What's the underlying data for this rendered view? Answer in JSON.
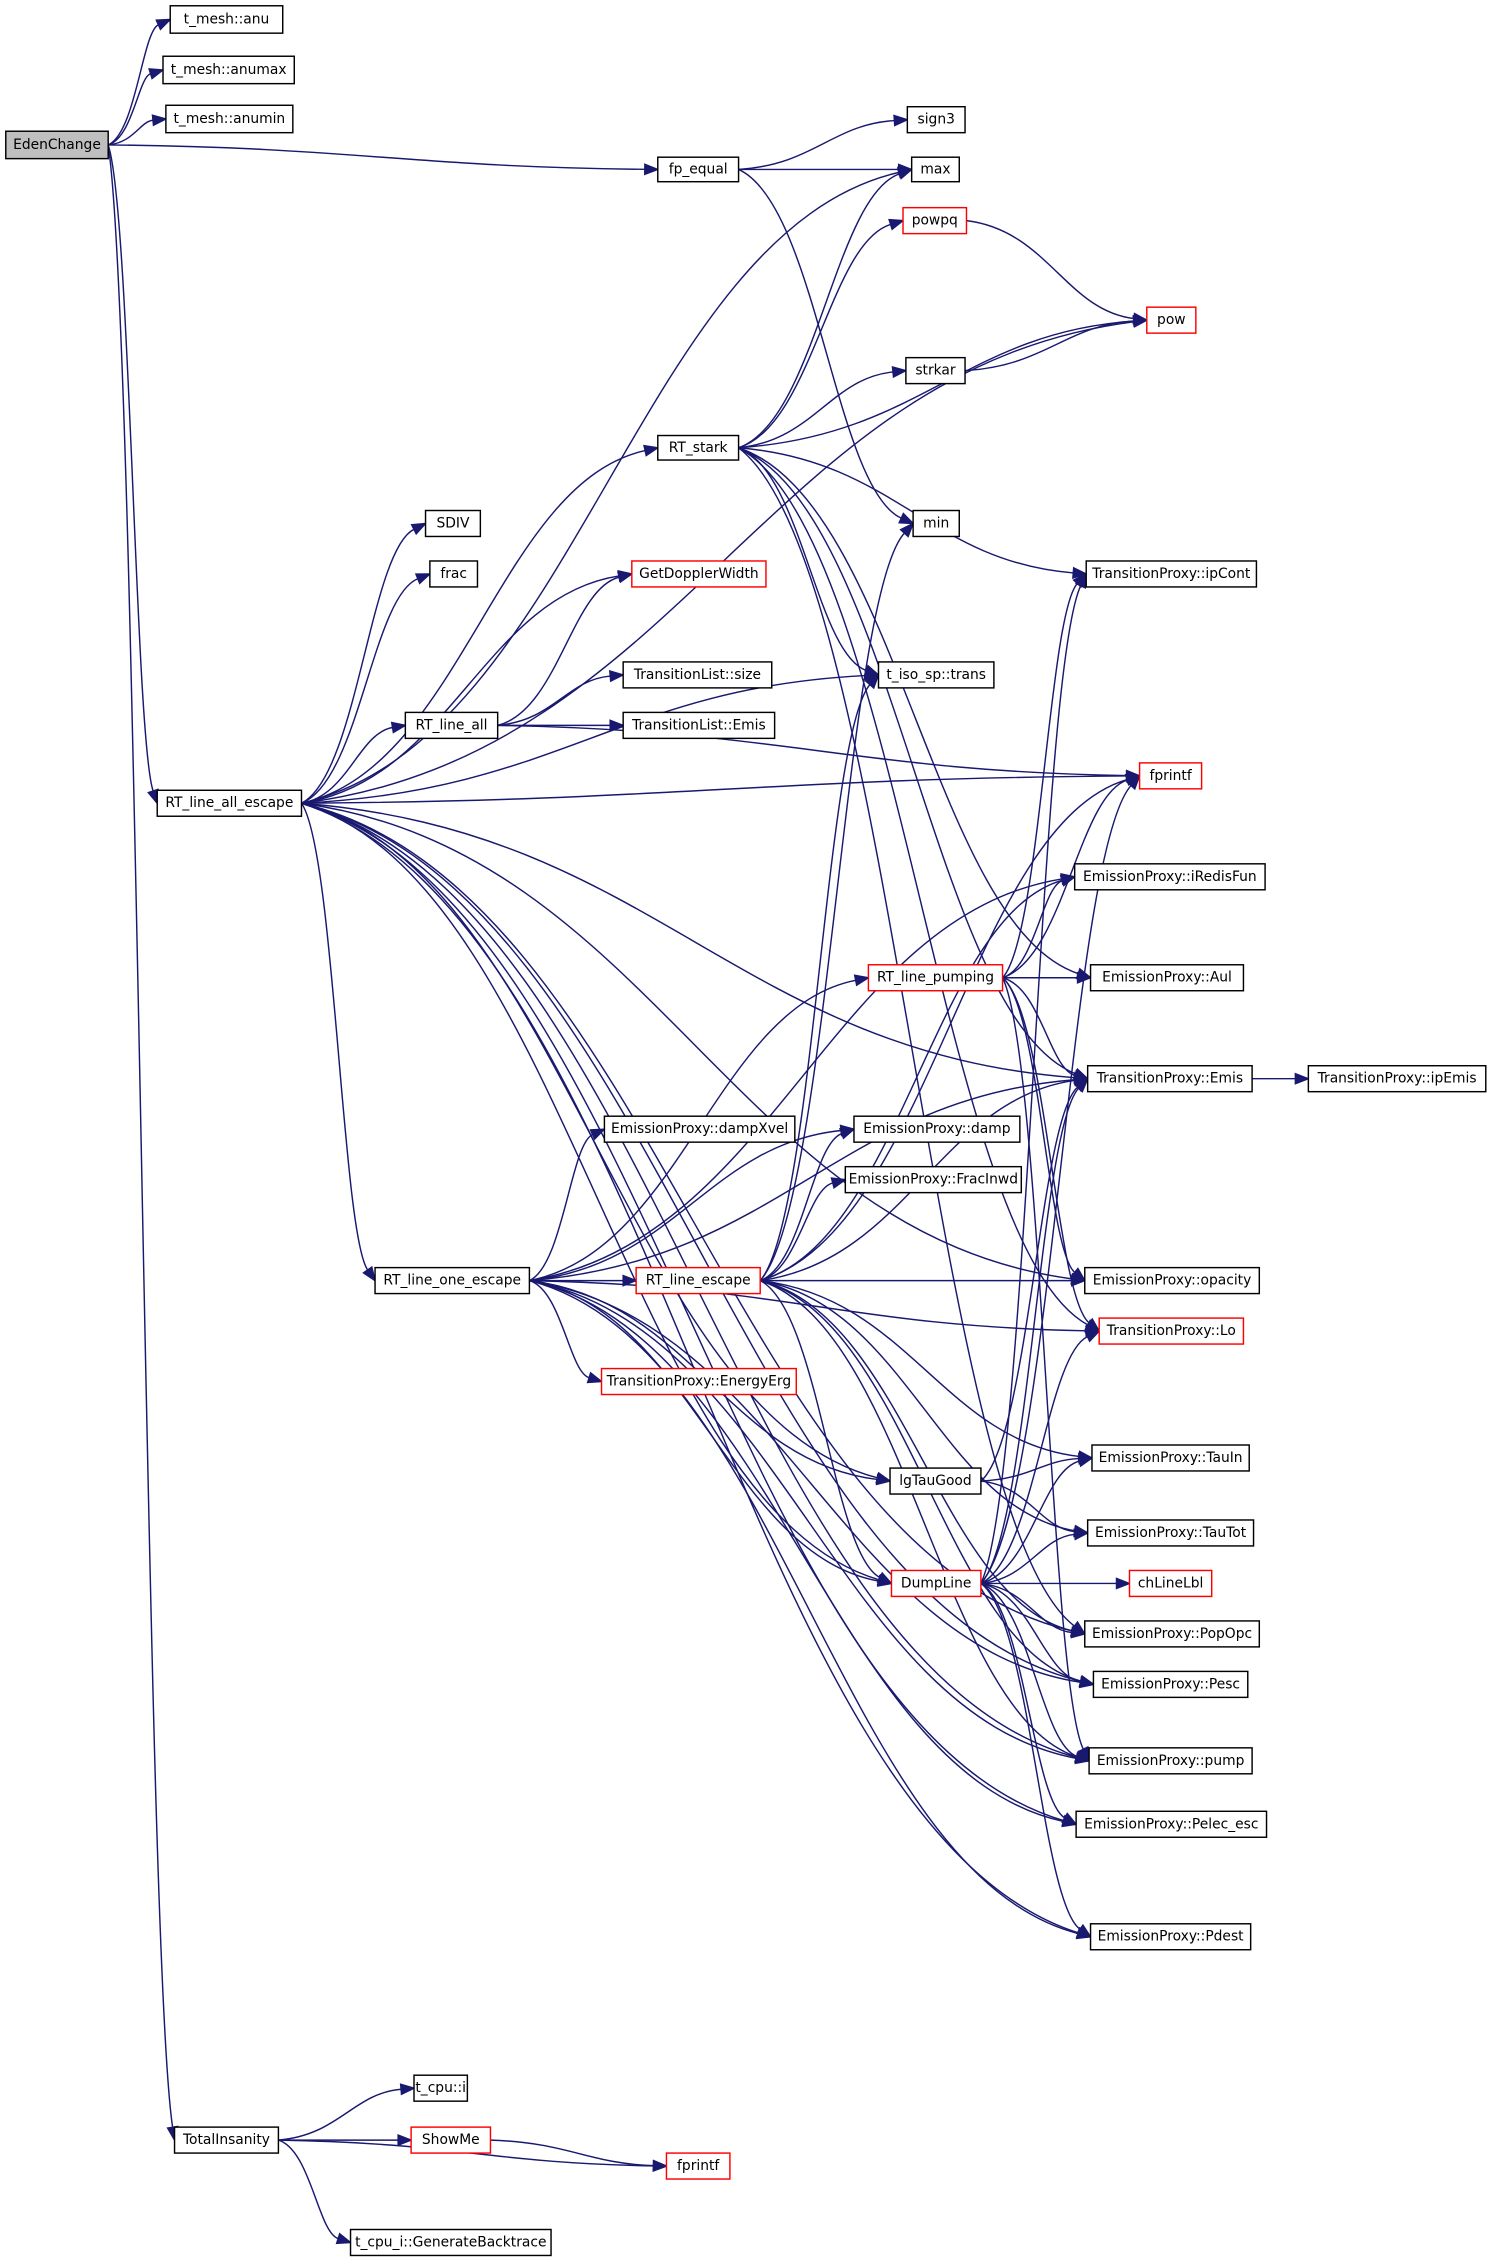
{
  "graph": {
    "title": "EdenChange call graph",
    "colors": {
      "edge": "#191970",
      "root_fill": "#bfbfbf",
      "truncated_border": "#ff0000",
      "node_border": "#000000"
    },
    "nodes": [
      {
        "id": "EdenChange",
        "label": "EdenChange",
        "kind": "root"
      },
      {
        "id": "anu",
        "label": "t_mesh::anu",
        "kind": "normal"
      },
      {
        "id": "anumax",
        "label": "t_mesh::anumax",
        "kind": "normal"
      },
      {
        "id": "anumin",
        "label": "t_mesh::anumin",
        "kind": "normal"
      },
      {
        "id": "fp_equal",
        "label": "fp_equal",
        "kind": "normal"
      },
      {
        "id": "sign3",
        "label": "sign3",
        "kind": "normal"
      },
      {
        "id": "max",
        "label": "max",
        "kind": "normal"
      },
      {
        "id": "powpq",
        "label": "powpq",
        "kind": "truncated"
      },
      {
        "id": "pow",
        "label": "pow",
        "kind": "truncated"
      },
      {
        "id": "strkar",
        "label": "strkar",
        "kind": "normal"
      },
      {
        "id": "RT_stark",
        "label": "RT_stark",
        "kind": "normal"
      },
      {
        "id": "SDIV",
        "label": "SDIV",
        "kind": "normal"
      },
      {
        "id": "min",
        "label": "min",
        "kind": "normal"
      },
      {
        "id": "frac",
        "label": "frac",
        "kind": "normal"
      },
      {
        "id": "GetDopplerWidth",
        "label": "GetDopplerWidth",
        "kind": "truncated"
      },
      {
        "id": "ipCont",
        "label": "TransitionProxy::ipCont",
        "kind": "normal"
      },
      {
        "id": "TLsize",
        "label": "TransitionList::size",
        "kind": "normal"
      },
      {
        "id": "trans",
        "label": "t_iso_sp::trans",
        "kind": "normal"
      },
      {
        "id": "RT_line_all",
        "label": "RT_line_all",
        "kind": "normal"
      },
      {
        "id": "TLEmis",
        "label": "TransitionList::Emis",
        "kind": "normal"
      },
      {
        "id": "fprintf",
        "label": "fprintf",
        "kind": "truncated"
      },
      {
        "id": "RT_line_all_escape",
        "label": "RT_line_all_escape",
        "kind": "normal"
      },
      {
        "id": "iRedisFun",
        "label": "EmissionProxy::iRedisFun",
        "kind": "normal"
      },
      {
        "id": "RT_line_pumping",
        "label": "RT_line_pumping",
        "kind": "truncated"
      },
      {
        "id": "Aul",
        "label": "EmissionProxy::Aul",
        "kind": "normal"
      },
      {
        "id": "TPEmis",
        "label": "TransitionProxy::Emis",
        "kind": "normal"
      },
      {
        "id": "ipEmis",
        "label": "TransitionProxy::ipEmis",
        "kind": "normal"
      },
      {
        "id": "dampXvel",
        "label": "EmissionProxy::dampXvel",
        "kind": "normal"
      },
      {
        "id": "damp",
        "label": "EmissionProxy::damp",
        "kind": "normal"
      },
      {
        "id": "FracInwd",
        "label": "EmissionProxy::FracInwd",
        "kind": "normal"
      },
      {
        "id": "RT_line_one_escape",
        "label": "RT_line_one_escape",
        "kind": "normal"
      },
      {
        "id": "RT_line_escape",
        "label": "RT_line_escape",
        "kind": "truncated"
      },
      {
        "id": "opacity",
        "label": "EmissionProxy::opacity",
        "kind": "normal"
      },
      {
        "id": "Lo",
        "label": "TransitionProxy::Lo",
        "kind": "truncated"
      },
      {
        "id": "EnergyErg",
        "label": "TransitionProxy::EnergyErg",
        "kind": "truncated"
      },
      {
        "id": "lgTauGood",
        "label": "lgTauGood",
        "kind": "normal"
      },
      {
        "id": "TauIn",
        "label": "EmissionProxy::TauIn",
        "kind": "normal"
      },
      {
        "id": "TauTot",
        "label": "EmissionProxy::TauTot",
        "kind": "normal"
      },
      {
        "id": "DumpLine",
        "label": "DumpLine",
        "kind": "truncated"
      },
      {
        "id": "chLineLbl",
        "label": "chLineLbl",
        "kind": "truncated"
      },
      {
        "id": "PopOpc",
        "label": "EmissionProxy::PopOpc",
        "kind": "normal"
      },
      {
        "id": "Pesc",
        "label": "EmissionProxy::Pesc",
        "kind": "normal"
      },
      {
        "id": "pump",
        "label": "EmissionProxy::pump",
        "kind": "normal"
      },
      {
        "id": "Pelec_esc",
        "label": "EmissionProxy::Pelec_esc",
        "kind": "normal"
      },
      {
        "id": "Pdest",
        "label": "EmissionProxy::Pdest",
        "kind": "normal"
      },
      {
        "id": "TotalInsanity",
        "label": "TotalInsanity",
        "kind": "normal"
      },
      {
        "id": "cpu_i",
        "label": "t_cpu::i",
        "kind": "normal"
      },
      {
        "id": "ShowMe",
        "label": "ShowMe",
        "kind": "truncated"
      },
      {
        "id": "fprintf2",
        "label": "fprintf",
        "kind": "truncated"
      },
      {
        "id": "GenerateBacktrace",
        "label": "t_cpu_i::GenerateBacktrace",
        "kind": "normal"
      }
    ],
    "edges": [
      [
        "EdenChange",
        "anu"
      ],
      [
        "EdenChange",
        "anumax"
      ],
      [
        "EdenChange",
        "anumin"
      ],
      [
        "EdenChange",
        "fp_equal"
      ],
      [
        "EdenChange",
        "RT_line_all_escape"
      ],
      [
        "EdenChange",
        "TotalInsanity"
      ],
      [
        "fp_equal",
        "sign3"
      ],
      [
        "fp_equal",
        "max"
      ],
      [
        "fp_equal",
        "min"
      ],
      [
        "powpq",
        "pow"
      ],
      [
        "strkar",
        "pow"
      ],
      [
        "RT_stark",
        "max"
      ],
      [
        "RT_stark",
        "powpq"
      ],
      [
        "RT_stark",
        "pow"
      ],
      [
        "RT_stark",
        "strkar"
      ],
      [
        "RT_stark",
        "ipCont"
      ],
      [
        "RT_stark",
        "TPEmis"
      ],
      [
        "RT_stark",
        "trans"
      ],
      [
        "RT_stark",
        "Aul"
      ],
      [
        "RT_stark",
        "Lo"
      ],
      [
        "RT_stark",
        "PopOpc"
      ],
      [
        "RT_line_all_escape",
        "max"
      ],
      [
        "RT_line_all_escape",
        "pow"
      ],
      [
        "RT_line_all_escape",
        "RT_stark"
      ],
      [
        "RT_line_all_escape",
        "SDIV"
      ],
      [
        "RT_line_all_escape",
        "frac"
      ],
      [
        "RT_line_all_escape",
        "GetDopplerWidth"
      ],
      [
        "RT_line_all_escape",
        "RT_line_all"
      ],
      [
        "RT_line_all_escape",
        "trans"
      ],
      [
        "RT_line_all_escape",
        "fprintf"
      ],
      [
        "RT_line_all_escape",
        "TPEmis"
      ],
      [
        "RT_line_all_escape",
        "RT_line_one_escape"
      ],
      [
        "RT_line_all_escape",
        "opacity"
      ],
      [
        "RT_line_all_escape",
        "lgTauGood"
      ],
      [
        "RT_line_all_escape",
        "DumpLine"
      ],
      [
        "RT_line_all_escape",
        "PopOpc"
      ],
      [
        "RT_line_all_escape",
        "Pesc"
      ],
      [
        "RT_line_all_escape",
        "pump"
      ],
      [
        "RT_line_all_escape",
        "Pelec_esc"
      ],
      [
        "RT_line_all_escape",
        "Pdest"
      ],
      [
        "RT_line_all",
        "GetDopplerWidth"
      ],
      [
        "RT_line_all",
        "TLsize"
      ],
      [
        "RT_line_all",
        "TLEmis"
      ],
      [
        "RT_line_all",
        "fprintf"
      ],
      [
        "RT_line_one_escape",
        "iRedisFun"
      ],
      [
        "RT_line_one_escape",
        "RT_line_pumping"
      ],
      [
        "RT_line_one_escape",
        "TPEmis"
      ],
      [
        "RT_line_one_escape",
        "dampXvel"
      ],
      [
        "RT_line_one_escape",
        "damp"
      ],
      [
        "RT_line_one_escape",
        "RT_line_escape"
      ],
      [
        "RT_line_one_escape",
        "Lo"
      ],
      [
        "RT_line_one_escape",
        "EnergyErg"
      ],
      [
        "RT_line_one_escape",
        "lgTauGood"
      ],
      [
        "RT_line_one_escape",
        "DumpLine"
      ],
      [
        "RT_line_one_escape",
        "Pesc"
      ],
      [
        "RT_line_one_escape",
        "pump"
      ],
      [
        "RT_line_one_escape",
        "Pelec_esc"
      ],
      [
        "RT_line_one_escape",
        "Pdest"
      ],
      [
        "RT_line_pumping",
        "ipCont"
      ],
      [
        "RT_line_pumping",
        "fprintf"
      ],
      [
        "RT_line_pumping",
        "iRedisFun"
      ],
      [
        "RT_line_pumping",
        "Aul"
      ],
      [
        "RT_line_pumping",
        "TPEmis"
      ],
      [
        "RT_line_pumping",
        "opacity"
      ],
      [
        "RT_line_pumping",
        "Lo"
      ],
      [
        "RT_line_pumping",
        "pump"
      ],
      [
        "RT_line_escape",
        "min"
      ],
      [
        "RT_line_escape",
        "trans"
      ],
      [
        "RT_line_escape",
        "fprintf"
      ],
      [
        "RT_line_escape",
        "iRedisFun"
      ],
      [
        "RT_line_escape",
        "damp"
      ],
      [
        "RT_line_escape",
        "FracInwd"
      ],
      [
        "RT_line_escape",
        "TPEmis"
      ],
      [
        "RT_line_escape",
        "opacity"
      ],
      [
        "RT_line_escape",
        "TauIn"
      ],
      [
        "RT_line_escape",
        "TauTot"
      ],
      [
        "RT_line_escape",
        "DumpLine"
      ],
      [
        "RT_line_escape",
        "PopOpc"
      ],
      [
        "RT_line_escape",
        "Pesc"
      ],
      [
        "RT_line_escape",
        "pump"
      ],
      [
        "TPEmis",
        "ipEmis"
      ],
      [
        "lgTauGood",
        "TPEmis"
      ],
      [
        "lgTauGood",
        "TauIn"
      ],
      [
        "lgTauGood",
        "TauTot"
      ],
      [
        "DumpLine",
        "ipCont"
      ],
      [
        "DumpLine",
        "fprintf"
      ],
      [
        "DumpLine",
        "TPEmis"
      ],
      [
        "DumpLine",
        "Lo"
      ],
      [
        "DumpLine",
        "TauIn"
      ],
      [
        "DumpLine",
        "TauTot"
      ],
      [
        "DumpLine",
        "chLineLbl"
      ],
      [
        "DumpLine",
        "PopOpc"
      ],
      [
        "DumpLine",
        "Pesc"
      ],
      [
        "DumpLine",
        "pump"
      ],
      [
        "DumpLine",
        "Pelec_esc"
      ],
      [
        "DumpLine",
        "Pdest"
      ],
      [
        "TotalInsanity",
        "cpu_i"
      ],
      [
        "TotalInsanity",
        "ShowMe"
      ],
      [
        "TotalInsanity",
        "fprintf2"
      ],
      [
        "TotalInsanity",
        "GenerateBacktrace"
      ],
      [
        "ShowMe",
        "fprintf2"
      ]
    ]
  }
}
